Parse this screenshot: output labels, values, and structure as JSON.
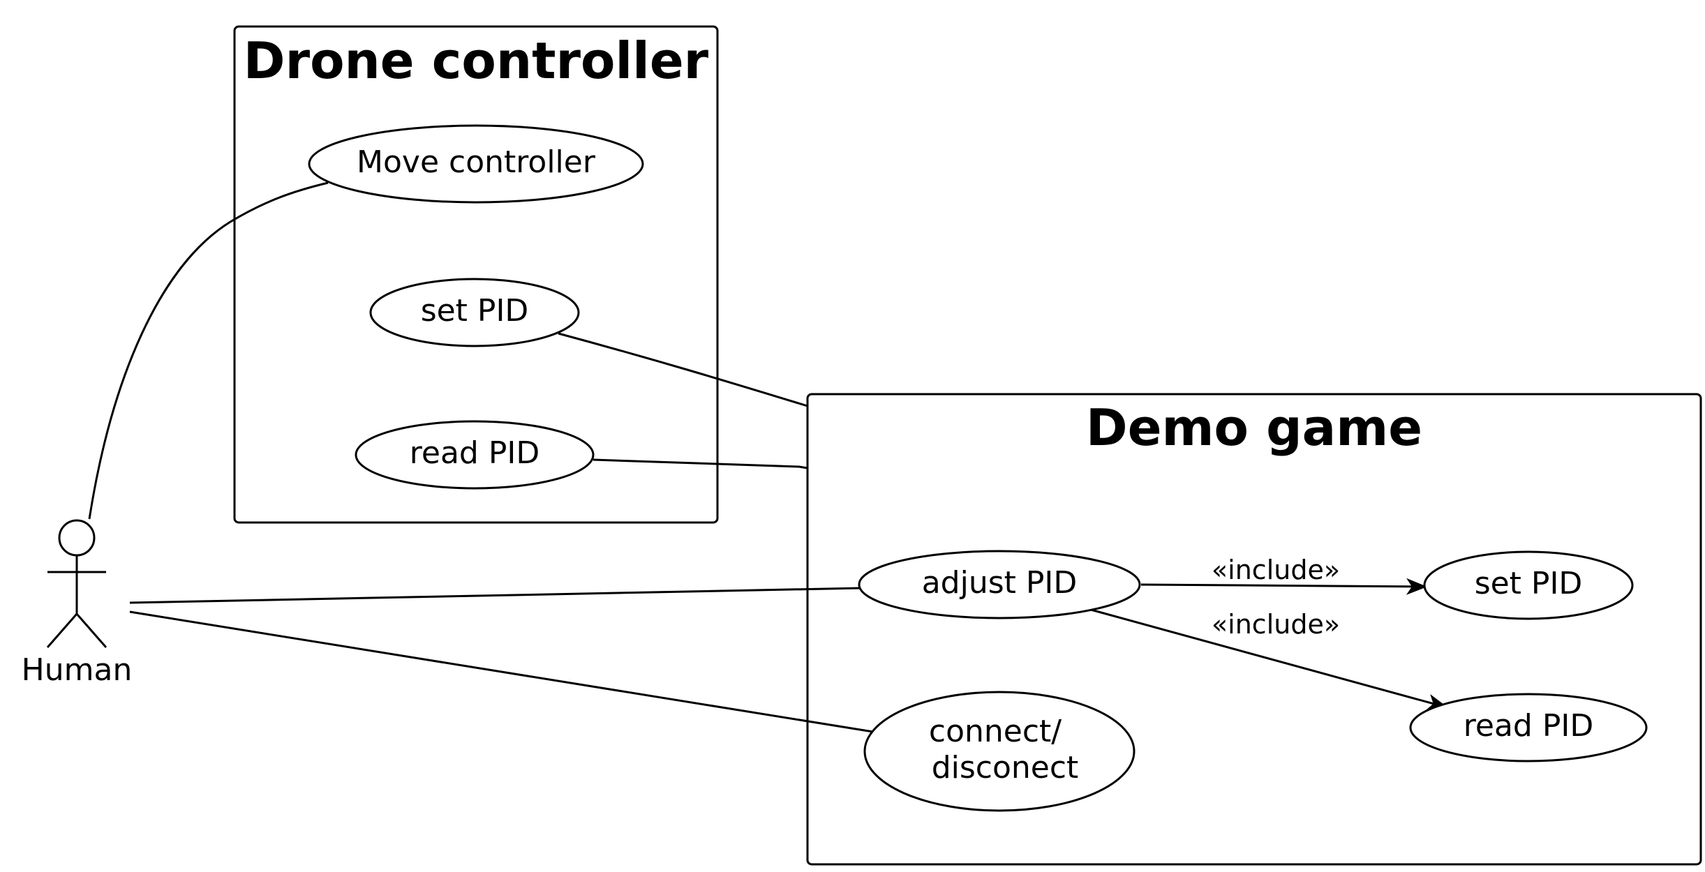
{
  "actor": {
    "label": "Human"
  },
  "systems": {
    "drone_controller": {
      "title": "Drone controller",
      "use_cases": {
        "move_controller": "Move controller",
        "set_pid": "set PID",
        "read_pid": "read PID"
      }
    },
    "demo_game": {
      "title": "Demo game",
      "use_cases": {
        "adjust_pid": "adjust PID",
        "connect_line1": "connect/",
        "connect_line2": "disconect",
        "set_pid": "set PID",
        "read_pid": "read PID"
      }
    }
  },
  "relations": {
    "include_set": "«include»",
    "include_read": "«include»"
  }
}
